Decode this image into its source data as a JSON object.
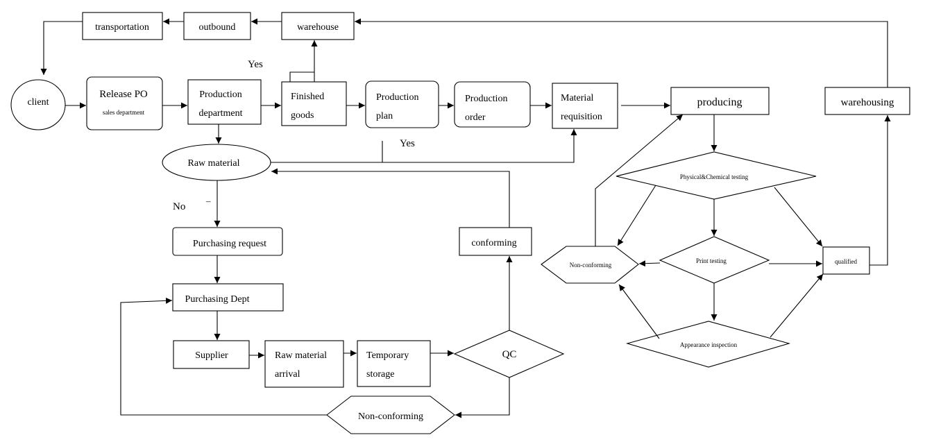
{
  "nodes": {
    "transportation": "transportation",
    "outbound": "outbound",
    "warehouse": "warehouse",
    "client": "client",
    "release_po": "Release PO",
    "release_po_sub": "sales department",
    "production_department_1": "Production",
    "production_department_2": "department",
    "finished_goods_1": "Finished",
    "finished_goods_2": "goods",
    "production_plan_1": "Production",
    "production_plan_2": "plan",
    "production_order_1": "Production",
    "production_order_2": "order",
    "material_requisition_1": "Material",
    "material_requisition_2": "requisition",
    "producing": "producing",
    "warehousing": "warehousing",
    "raw_material": "Raw material",
    "purchasing_request": "Purchasing request",
    "purchasing_dept": "Purchasing Dept",
    "supplier": "Supplier",
    "raw_material_arrival_1": "Raw material",
    "raw_material_arrival_2": "arrival",
    "temporary_storage_1": "Temporary",
    "temporary_storage_2": "storage",
    "qc": "QC",
    "conforming": "conforming",
    "non_conforming_bottom": "Non-conforming",
    "physical_chemical_testing": "Physical&Chemical testing",
    "print_testing": "Print testing",
    "appearance_inspection": "Appearance inspection",
    "non_conforming_right": "Non-conforming",
    "qualified": "qualified"
  },
  "labels": {
    "yes_top": "Yes",
    "yes_mid": "Yes",
    "no": "No",
    "dash": "–"
  }
}
